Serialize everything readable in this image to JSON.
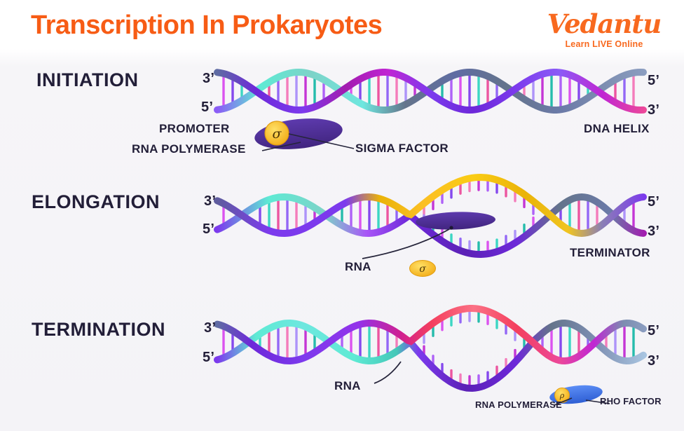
{
  "header": {
    "title": "Transcription In Prokaryotes",
    "logo_text": "Vedantu",
    "logo_tagline": "Learn LIVE Online"
  },
  "sections": {
    "initiation": {
      "label": "INITIATION",
      "left_top": "3’",
      "left_bottom": "5’",
      "right_top": "5’",
      "right_bottom": "3’",
      "promoter": "PROMOTER",
      "rna_polymerase": "RNA POLYMERASE",
      "sigma_factor": "SIGMA FACTOR",
      "sigma_symbol": "σ",
      "dna_helix": "DNA HELIX"
    },
    "elongation": {
      "label": "ELONGATION",
      "left_top": "3’",
      "left_bottom": "5’",
      "right_top": "5’",
      "right_bottom": "3’",
      "rna": "RNA",
      "sigma_symbol": "σ",
      "terminator": "TERMINATOR"
    },
    "termination": {
      "label": "TERMINATION",
      "left_top": "3’",
      "left_bottom": "5’",
      "right_top": "5’",
      "right_bottom": "3’",
      "rna": "RNA",
      "rna_polymerase": "RNA POLYMERASE",
      "rho_factor": "RHO FACTOR",
      "rho_symbol": "ρ"
    }
  },
  "colors": {
    "title": "#f75c15",
    "logo": "#f8691f",
    "label_dark": "#221e38",
    "pointer": "#26253b",
    "polymerase_purple_1": "#5d3aad",
    "polymerase_purple_2": "#41257f",
    "rho_blue_1": "#5b8df5",
    "rho_blue_2": "#2f5fd4",
    "sigma_yellow_1": "#ffe066",
    "sigma_yellow_2": "#f2a912",
    "sigma_symbol_color": "#4a3305",
    "rung_palette": [
      "#d946ef",
      "#7c3aed",
      "#2dd4bf",
      "#ec4899",
      "#8b5cf6",
      "#f472b6",
      "#a78bfa",
      "#c026d3",
      "#14b8a6",
      "#a855f7"
    ],
    "helix": {
      "initiation_strand_a": [
        [
          0,
          "#5f6ca3"
        ],
        [
          0.09,
          "#6d28d9"
        ],
        [
          0.2,
          "#7c3aed"
        ],
        [
          0.3,
          "#a21caf"
        ],
        [
          0.4,
          "#c026d3"
        ],
        [
          0.5,
          "#7c3aed"
        ],
        [
          0.6,
          "#6d28d9"
        ],
        [
          0.7,
          "#7c3aed"
        ],
        [
          0.8,
          "#8b5cf6"
        ],
        [
          0.9,
          "#c026d3"
        ],
        [
          1,
          "#ec4899"
        ]
      ],
      "initiation_strand_b": [
        [
          0,
          "#8b5cf6"
        ],
        [
          0.1,
          "#5eead4"
        ],
        [
          0.22,
          "#7dd3c8"
        ],
        [
          0.34,
          "#6ee7df"
        ],
        [
          0.44,
          "#64748b"
        ],
        [
          0.56,
          "#5f6ca3"
        ],
        [
          0.68,
          "#64748b"
        ],
        [
          0.8,
          "#6b7aa8"
        ],
        [
          0.9,
          "#7c8db0"
        ],
        [
          1,
          "#8b9dc0"
        ]
      ],
      "elongation_strand_a": [
        [
          0,
          "#5f5c9e"
        ],
        [
          0.12,
          "#7c3aed"
        ],
        [
          0.3,
          "#7c3aed"
        ],
        [
          0.38,
          "#eab308"
        ],
        [
          0.48,
          "#fbbf24"
        ],
        [
          0.6,
          "#facc15"
        ],
        [
          0.72,
          "#eab308"
        ],
        [
          0.82,
          "#f0c420"
        ],
        [
          0.9,
          "#8a7fb5"
        ],
        [
          1,
          "#7c3aed"
        ]
      ],
      "elongation_strand_b": [
        [
          0,
          "#7c3aed"
        ],
        [
          0.12,
          "#5eead4"
        ],
        [
          0.25,
          "#7dd3c8"
        ],
        [
          0.35,
          "#a855f7"
        ],
        [
          0.45,
          "#6d28d9"
        ],
        [
          0.58,
          "#5b21b6"
        ],
        [
          0.7,
          "#6d28d9"
        ],
        [
          0.8,
          "#64748b"
        ],
        [
          0.92,
          "#6b7aa8"
        ],
        [
          1,
          "#a21caf"
        ]
      ],
      "termination_strand_a": [
        [
          0,
          "#5f6ca3"
        ],
        [
          0.08,
          "#6d28d9"
        ],
        [
          0.2,
          "#7c3aed"
        ],
        [
          0.33,
          "#9333ea"
        ],
        [
          0.43,
          "#d02090"
        ],
        [
          0.5,
          "#f43f5e"
        ],
        [
          0.6,
          "#fb7185"
        ],
        [
          0.7,
          "#f43f5e"
        ],
        [
          0.8,
          "#ec4899"
        ],
        [
          0.88,
          "#c026d3"
        ],
        [
          0.95,
          "#7c8db0"
        ],
        [
          1,
          "#8b9dc0"
        ]
      ],
      "termination_strand_b": [
        [
          0,
          "#7c3aed"
        ],
        [
          0.09,
          "#5eead4"
        ],
        [
          0.2,
          "#6ee7df"
        ],
        [
          0.32,
          "#5eead4"
        ],
        [
          0.42,
          "#45c7b8"
        ],
        [
          0.47,
          "#7c3aed"
        ],
        [
          0.58,
          "#5b21b6"
        ],
        [
          0.7,
          "#6d28d9"
        ],
        [
          0.78,
          "#64748b"
        ],
        [
          0.88,
          "#7c8db0"
        ],
        [
          1,
          "#a8c4e0"
        ]
      ]
    }
  }
}
